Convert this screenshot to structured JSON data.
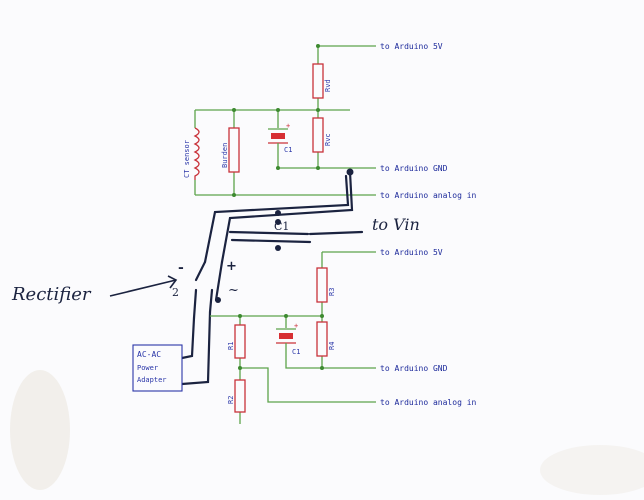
{
  "colors": {
    "paper": "#fbfbfd",
    "wire": "#5da44b",
    "component": "#c9323a",
    "label": "#1d2a9b",
    "ink": "#1b2340"
  },
  "top_circuit": {
    "to_5v": "to Arduino 5V",
    "to_gnd": "to Arduino GND",
    "to_analog": "to Arduino analog in",
    "sensor": "CT sensor",
    "burden": "Burden",
    "c1": "C1",
    "r_vd": "Rvd",
    "r_vc": "Rvc"
  },
  "bottom_circuit": {
    "to_5v": "to Arduino 5V",
    "to_gnd": "to Arduino GND",
    "to_analog": "to Arduino analog in",
    "r1": "R1",
    "r2": "R2",
    "r3": "R3",
    "r4": "R4",
    "c1": "C1",
    "adapter_line1": "AC-AC",
    "adapter_line2": "Power",
    "adapter_line3": "Adapter"
  },
  "handwritten": {
    "rectifier": "Rectifier",
    "c1": "C1",
    "to_vin": "to Vin",
    "minus": "-",
    "plus": "+",
    "tilde": "~",
    "two": "2"
  }
}
